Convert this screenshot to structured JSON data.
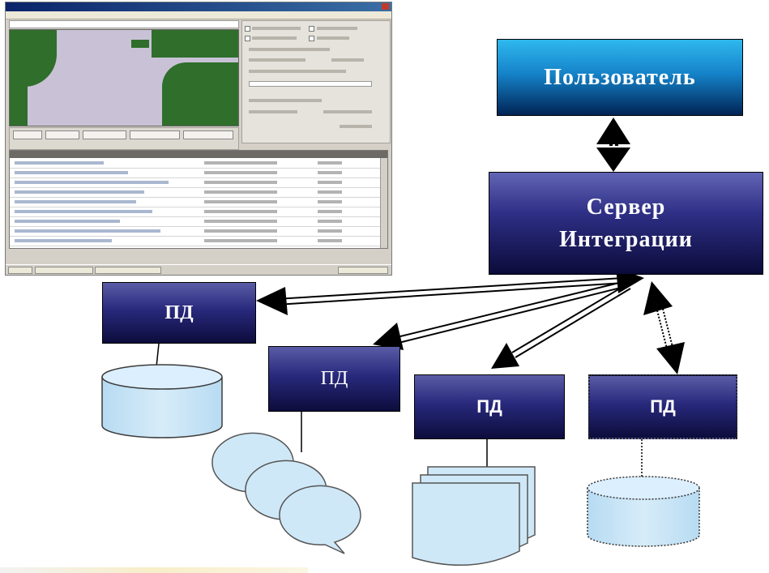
{
  "diagram": {
    "user_label": "Пользователь",
    "server_label_line1": "Сервер",
    "server_label_line2": "Интеграции",
    "pd_nodes": [
      "ПД",
      "ПД",
      "ПД",
      "ПД"
    ]
  },
  "colors": {
    "user_box_top": "#2fb8ee",
    "user_box_bottom": "#002455",
    "server_box": "#2e2f86",
    "pd_box": "#28297c",
    "storage_fill": "#cfe8f7"
  }
}
